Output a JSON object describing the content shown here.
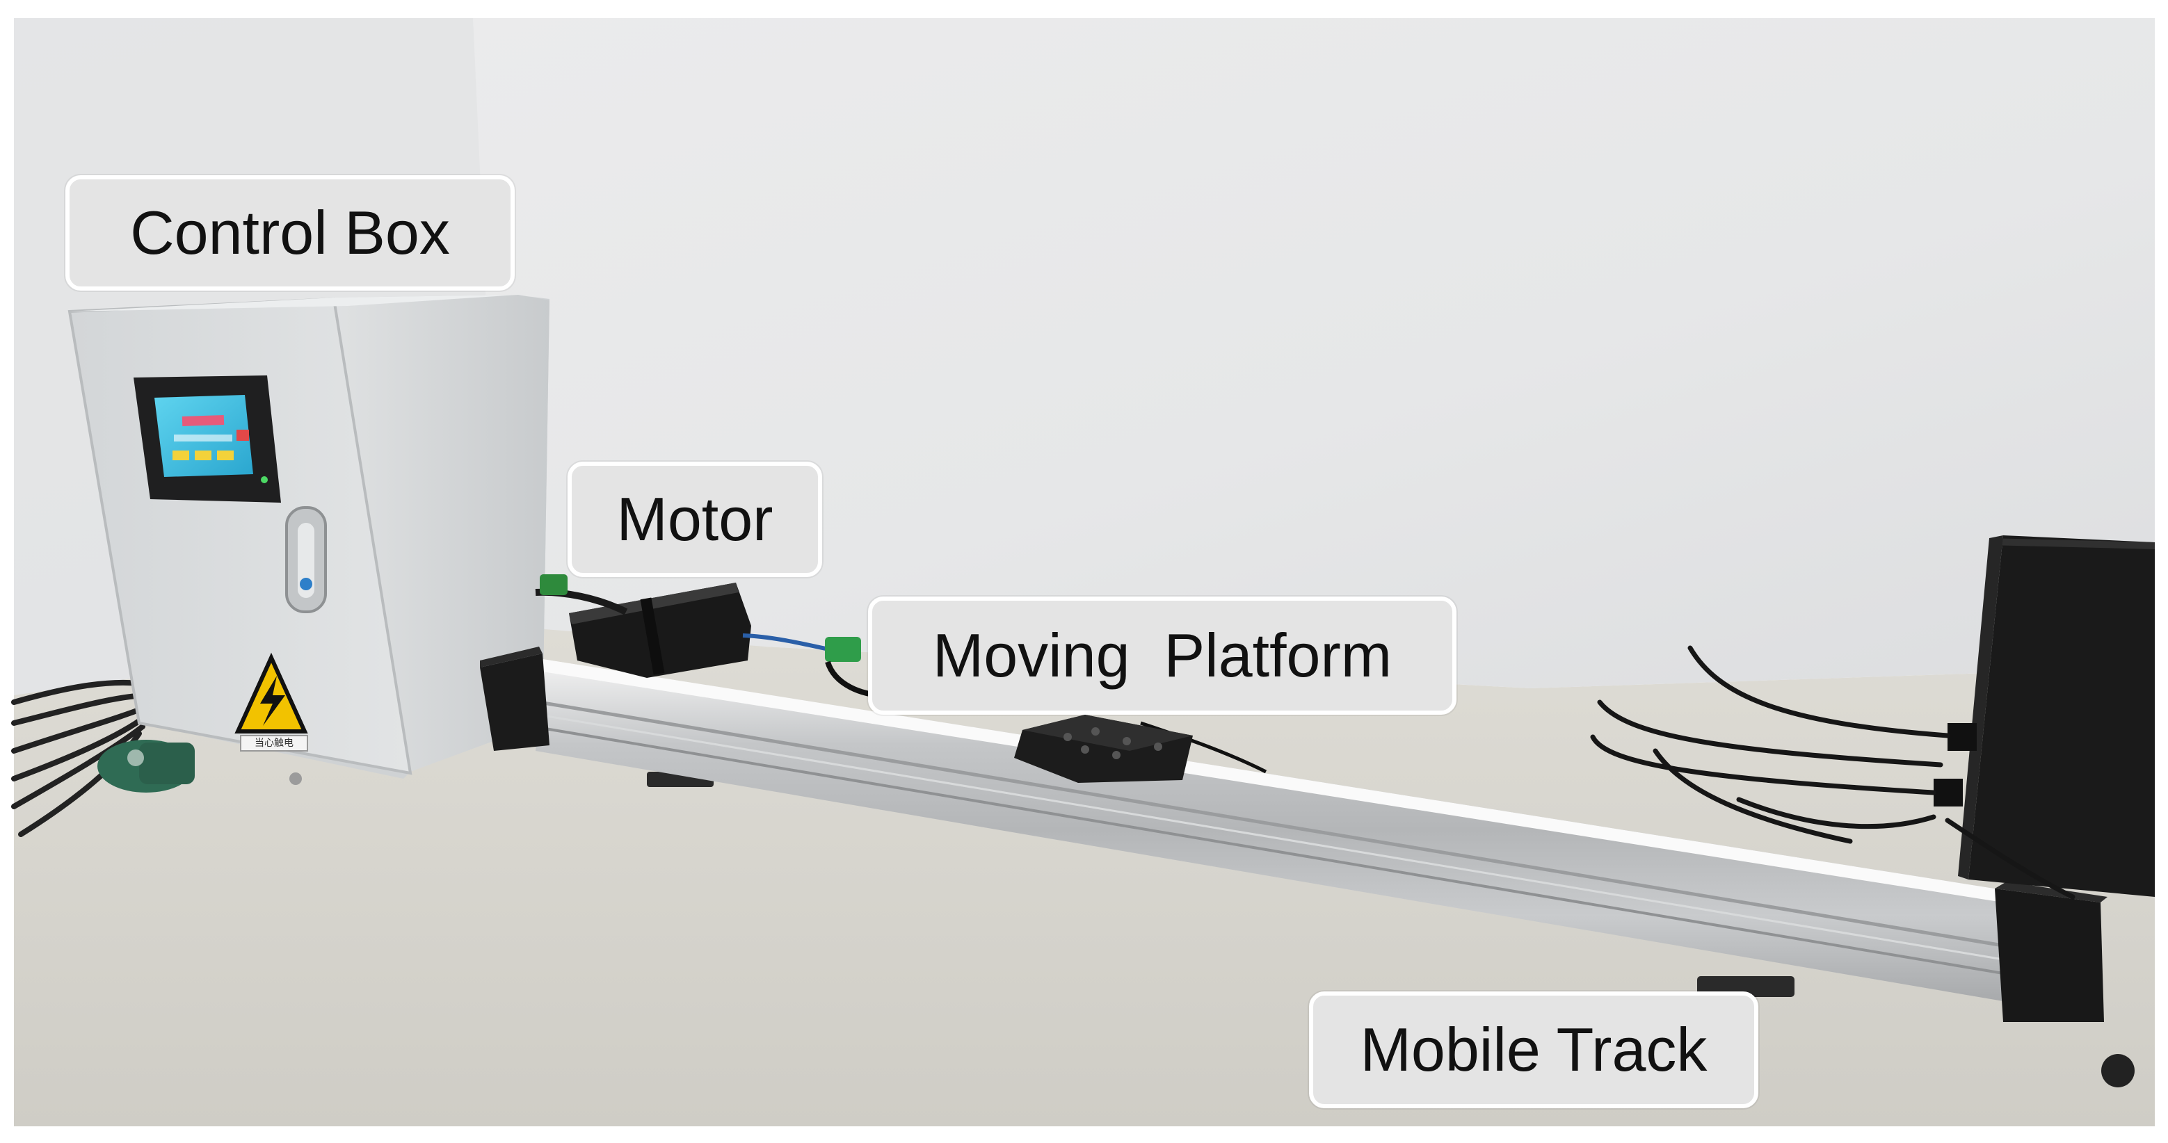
{
  "labels": {
    "control_box": "Control Box",
    "motor": "Motor",
    "moving_platform": "Moving  Platform",
    "mobile_track": "Mobile Track"
  },
  "warning_sign_text": "当心触电",
  "colors": {
    "wall": "#e8e9ea",
    "table": "#d9d8d2",
    "cabinet": "#dadcdd",
    "track_aluminum": "#c9cacb",
    "black_parts": "#1a1a1a",
    "screen": "#4fc8e8",
    "warning_yellow": "#f2c200",
    "label_fill": "#e4e4e4",
    "label_border": "#ffffff"
  }
}
